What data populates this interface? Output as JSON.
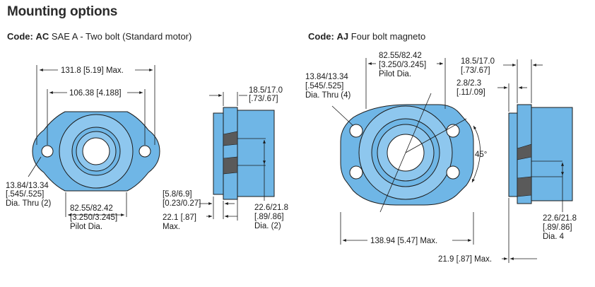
{
  "title": "Mounting options",
  "left": {
    "code_label": "Code:",
    "code": "AC",
    "description": "SAE A - Two bolt (Standard motor)",
    "dims": {
      "overall_width": "131.8 [5.19] Max.",
      "bolt_spacing": "106.38 [4.188]",
      "hole_dia_1": "13.84/13.34",
      "hole_dia_2": "[.545/.525]",
      "hole_dia_3": "Dia. Thru (2)",
      "pilot_1": "82.55/82.42",
      "pilot_2": "[3.250/3.245]",
      "pilot_3": "Pilot Dia.",
      "flange_thk_1": "18.5/17.0",
      "flange_thk_2": "[.73/.67]",
      "pilot_depth_1": "[5.8/6.9]",
      "pilot_depth_2": "[0.23/0.27]",
      "depth_1": "22.1 [.87]",
      "depth_2": "Max.",
      "bore_1": "22.6/21.8",
      "bore_2": "[.89/.86]",
      "bore_3": "Dia. (2)"
    }
  },
  "right": {
    "code_label": "Code:",
    "code": "AJ",
    "description": "Four bolt magneto",
    "dims": {
      "pilot_1": "82.55/82.42",
      "pilot_2": "[3.250/3.245]",
      "pilot_3": "Pilot Dia.",
      "hole_dia_1": "13.84/13.34",
      "hole_dia_2": "[.545/.525]",
      "hole_dia_3": "Dia. Thru (4)",
      "flange_thk_1": "18.5/17.0",
      "flange_thk_2": "[.73/.67]",
      "pilot_depth_1": "2.8/2.3",
      "pilot_depth_2": "[.11/.09]",
      "angle": "45°",
      "overall_width": "138.94 [5.47] Max.",
      "depth": "21.9 [.87] Max.",
      "bore_1": "22.6/21.8",
      "bore_2": "[.89/.86]",
      "bore_3": "Dia. 4"
    }
  }
}
